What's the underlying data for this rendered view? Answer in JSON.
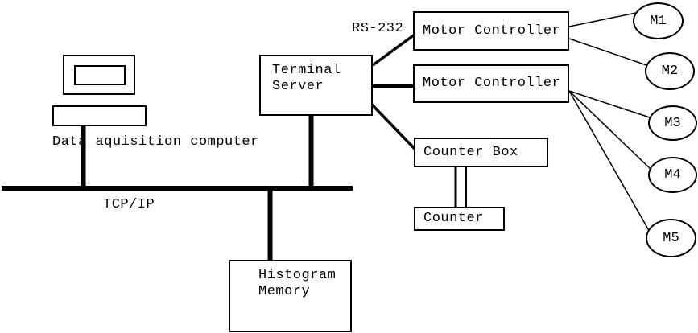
{
  "labels": {
    "computer": "Data aquisition computer",
    "network": "TCP/IP",
    "serial": "RS-232"
  },
  "nodes": {
    "terminal_server": "Terminal\nServer",
    "motor_controller_1": "Motor Controller",
    "motor_controller_2": "Motor Controller",
    "counter_box": "Counter Box",
    "counter": "Counter",
    "histogram_memory": "Histogram\nMemory",
    "motors": [
      "M1",
      "M2",
      "M3",
      "M4",
      "M5"
    ]
  },
  "colors": {
    "line": "#000000",
    "background": "#ffffff",
    "text": "#000000"
  }
}
